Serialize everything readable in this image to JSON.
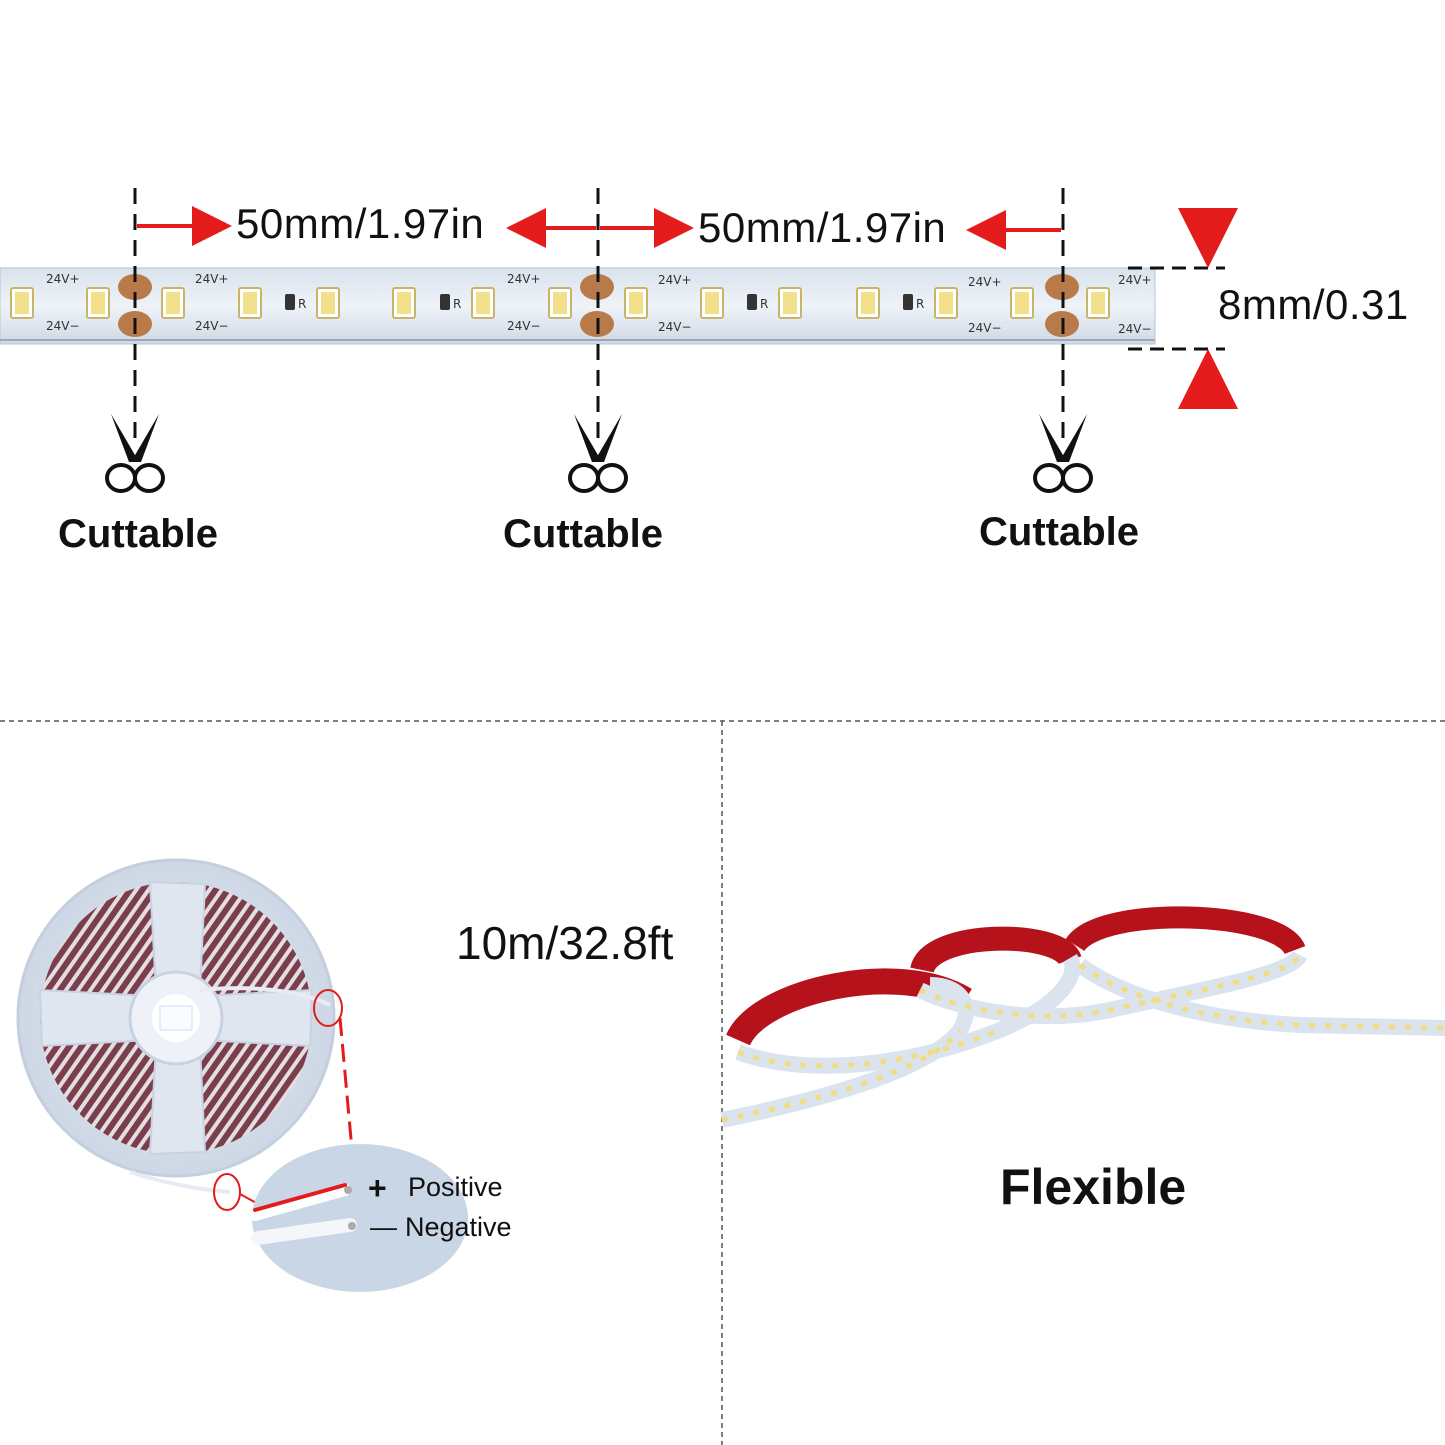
{
  "strip": {
    "segment_label_1": "50mm/1.97in",
    "segment_label_2": "50mm/1.97in",
    "width_label": "8mm/0.31",
    "pad_plus": "24V+",
    "pad_minus": "24V−",
    "resistor_mark": "R"
  },
  "cut_points": [
    {
      "label": "Cuttable"
    },
    {
      "label": "Cuttable"
    },
    {
      "label": "Cuttable"
    }
  ],
  "reel": {
    "length_label": "10m/32.8ft",
    "positive_label": "Positive",
    "negative_label": "Negative",
    "positive_symbol": "+",
    "negative_symbol": "—"
  },
  "flexible": {
    "label": "Flexible"
  },
  "colors": {
    "arrow": "#e31b1b",
    "strip_base": "#e8eef5",
    "led": "#f3e08a",
    "solder_pad": "#b97a4a",
    "backing_tape": "#b5121b",
    "divider": "#555555"
  }
}
